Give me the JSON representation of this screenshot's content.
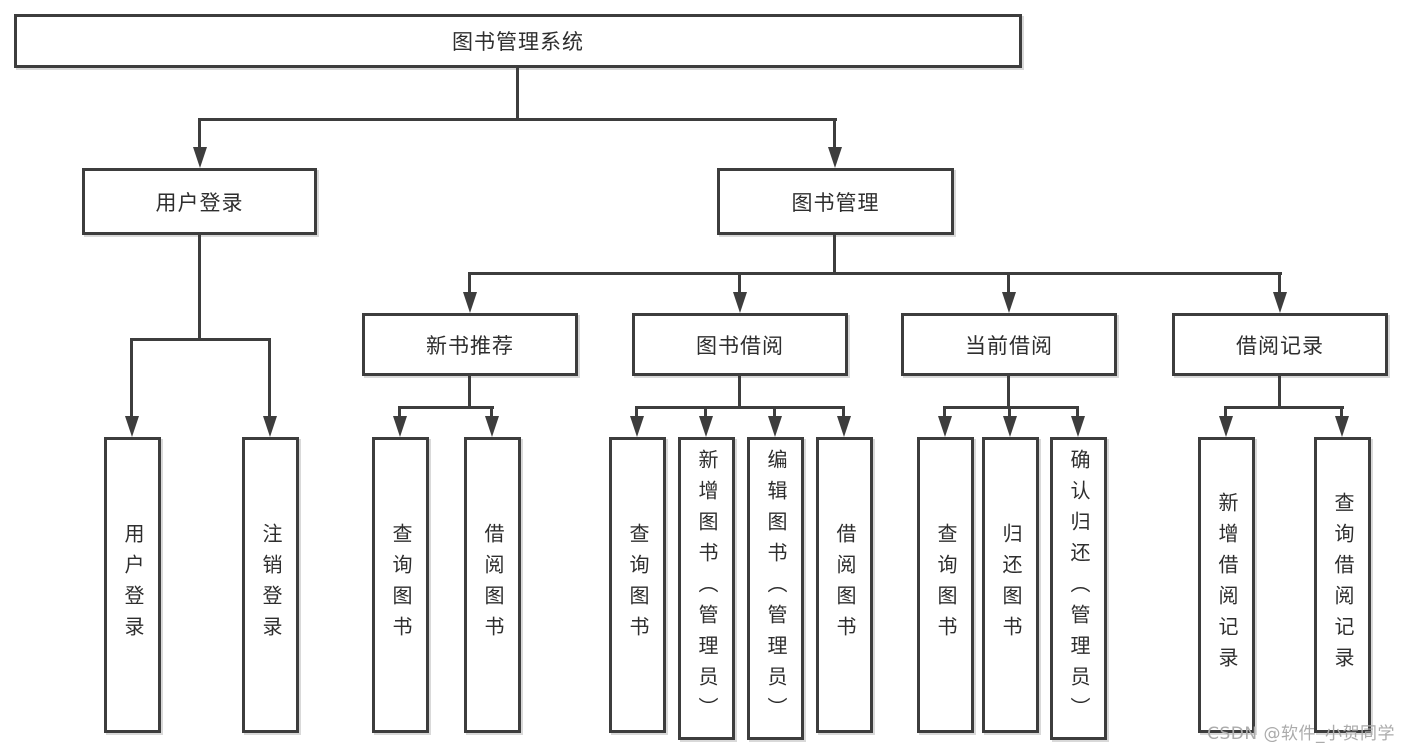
{
  "tree": {
    "label": "图书管理系统",
    "children": [
      {
        "label": "用户登录",
        "children": [
          {
            "label": "用户登录"
          },
          {
            "label": "注销登录"
          }
        ]
      },
      {
        "label": "图书管理",
        "children": [
          {
            "label": "新书推荐",
            "children": [
              {
                "label": "查询图书"
              },
              {
                "label": "借阅图书"
              }
            ]
          },
          {
            "label": "图书借阅",
            "children": [
              {
                "label": "查询图书"
              },
              {
                "label": "新增图书（管理员）"
              },
              {
                "label": "编辑图书（管理员）"
              },
              {
                "label": "借阅图书"
              }
            ]
          },
          {
            "label": "当前借阅",
            "children": [
              {
                "label": "查询图书"
              },
              {
                "label": "归还图书"
              },
              {
                "label": "确认归还（管理员）"
              }
            ]
          },
          {
            "label": "借阅记录",
            "children": [
              {
                "label": "新增借阅记录"
              },
              {
                "label": "查询借阅记录"
              }
            ]
          }
        ]
      }
    ]
  },
  "watermark": "CSDN @软件_小贺同学",
  "colors": {
    "line": "#3d3d3d",
    "text": "#2e2e2e",
    "watermark": "#ababab",
    "background": "#ffffff"
  }
}
